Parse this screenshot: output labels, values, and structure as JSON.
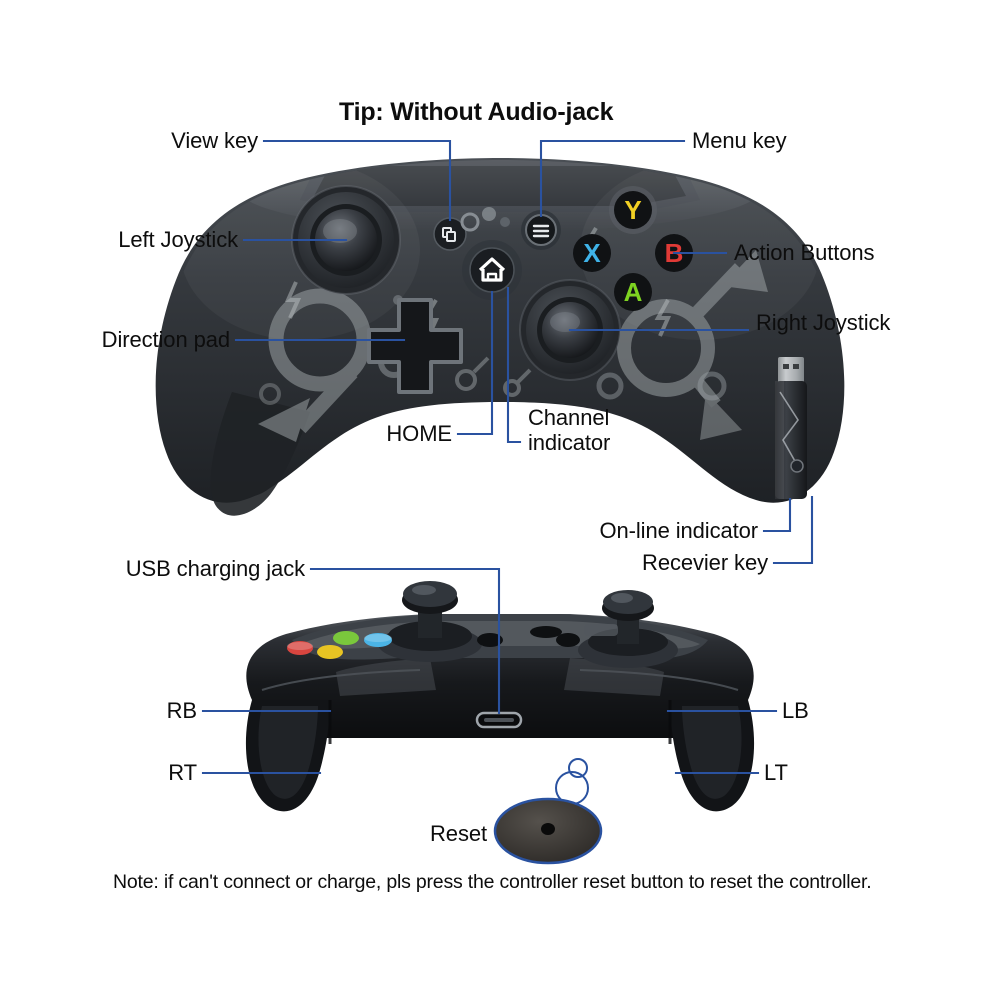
{
  "title": "Tip: Without Audio-jack",
  "note": "Note: if can't connect or charge, pls press the controller reset button to reset the controller.",
  "colors": {
    "leader_line": "#2a52a0",
    "text": "#0d0d0d",
    "background": "#ffffff",
    "body_dark": "#2c2f33",
    "body_mid": "#3a3e43",
    "decal_gray": "#9aa0a3",
    "button_y": "#f2d024",
    "button_x": "#3fb3e8",
    "button_b": "#e03a36",
    "button_a": "#7ed321",
    "usb_metal": "#b9bcc0"
  },
  "labels": {
    "view_key": "View key",
    "menu_key": "Menu key",
    "left_joystick": "Left Joystick",
    "right_joystick": "Right Joystick",
    "action_buttons": "Action Buttons",
    "direction_pad": "Direction pad",
    "home": "HOME",
    "channel_indicator_line1": "Channel",
    "channel_indicator_line2": "indicator",
    "online_indicator": "On-line indicator",
    "receiver_key": "Recevier key",
    "usb_charging_jack": "USB charging jack",
    "rb": "RB",
    "lb": "LB",
    "rt": "RT",
    "lt": "LT",
    "reset": "Reset"
  },
  "face_buttons": {
    "y": "Y",
    "x": "X",
    "b": "B",
    "a": "A"
  },
  "icons": {
    "view": "view-key-icon",
    "menu": "menu-key-icon",
    "home": "home-icon",
    "dpad": "dpad-icon",
    "usb": "usb-icon",
    "micro_usb": "micro-usb-port-icon",
    "mars_symbol": "mars-symbol-decal",
    "lightning": "lightning-decal"
  }
}
